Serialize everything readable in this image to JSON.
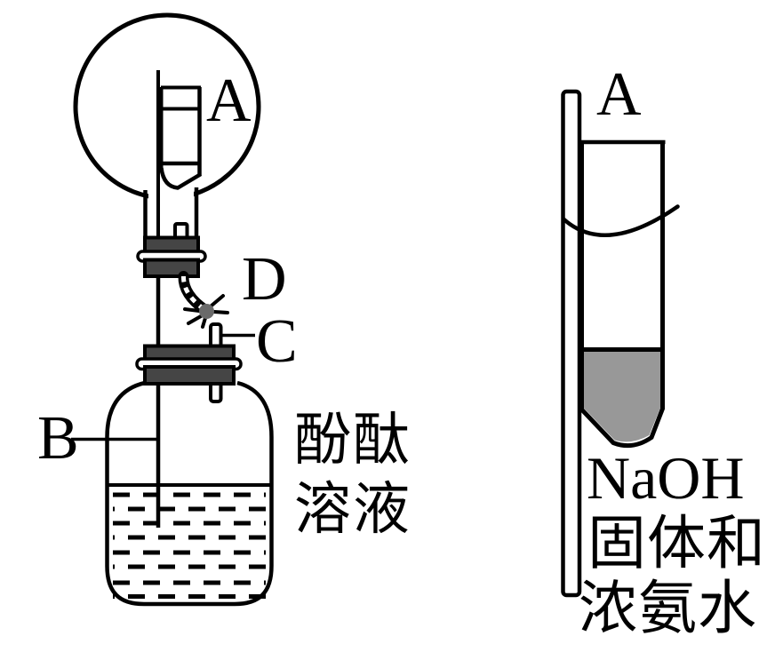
{
  "diagram_title": "ammonia-fountain-experiment-apparatus",
  "colors": {
    "ink": "#000000",
    "background": "#ffffff",
    "stopper": "#454545",
    "solid_fill": "#989898",
    "clamp_fill": "#6a6a6a"
  },
  "left_apparatus": {
    "labels": {
      "inner_tube": "A",
      "pinch_clamp": "D",
      "side_tube": "C",
      "bottle": "B"
    },
    "solution_label": {
      "line1": "酚酞",
      "line2": "溶液"
    }
  },
  "right_apparatus": {
    "labels": {
      "test_tube": "A"
    },
    "contents_label": {
      "line1": "NaOH",
      "line2": "固体和",
      "line3": "浓氨水"
    }
  }
}
